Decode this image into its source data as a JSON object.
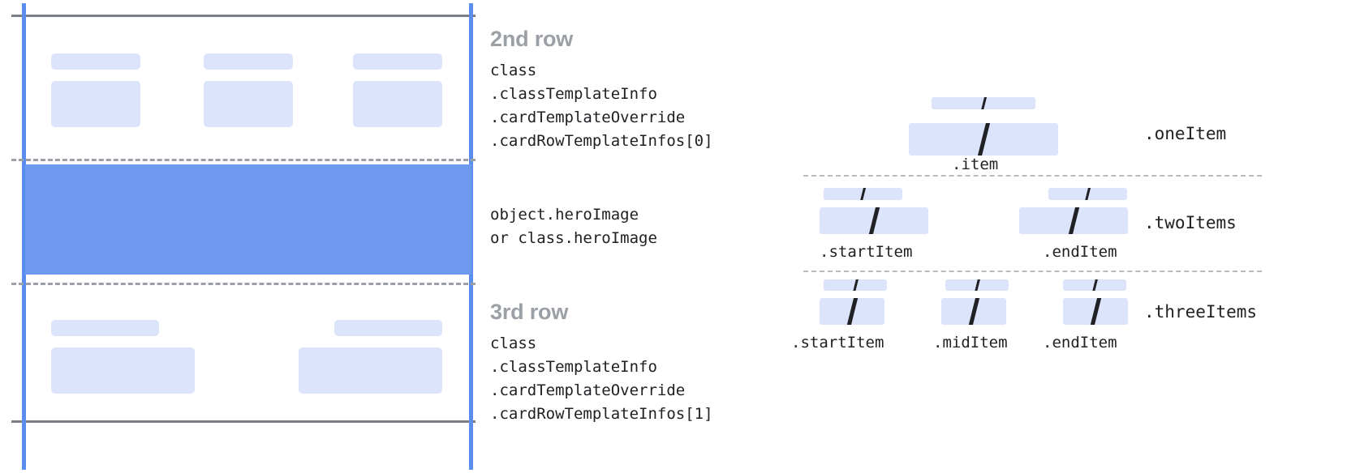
{
  "left_panel": {
    "rows": [
      {
        "title": "2nd row",
        "code": "class\n.classTemplateInfo\n.cardTemplateOverride\n.cardRowTemplateInfos[0]"
      },
      {
        "title": "",
        "code": "object.heroImage\nor class.heroImage"
      },
      {
        "title": "3rd row",
        "code": "class\n.classTemplateInfo\n.cardTemplateOverride\n.cardRowTemplateInfos[1]"
      }
    ],
    "colors": {
      "placeholder": "#dbe4fa",
      "hero": "#6d9aee",
      "guide_line": "#5b8def",
      "rule_line": "#7a7f87",
      "dashed_line": "#9aa0a6",
      "title_text": "#9aa0a6",
      "code_text": "#202124"
    }
  },
  "right_panel": {
    "groups": [
      {
        "name": ".oneItem",
        "items": [
          ".item"
        ]
      },
      {
        "name": ".twoItems",
        "items": [
          ".startItem",
          ".endItem"
        ]
      },
      {
        "name": ".threeItems",
        "items": [
          ".startItem",
          ".midItem",
          ".endItem"
        ]
      }
    ],
    "colors": {
      "placeholder": "#dbe4fa",
      "slash": "#202124",
      "dashed_line": "#b6bbc1",
      "label_text": "#202124"
    }
  }
}
